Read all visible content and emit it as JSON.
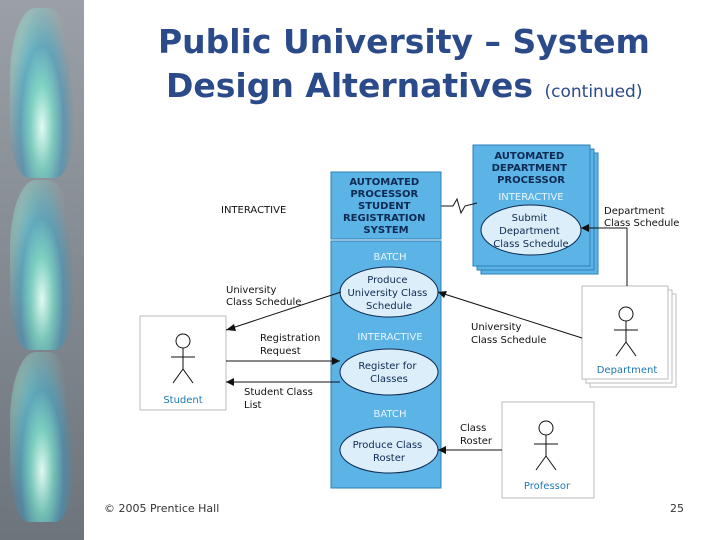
{
  "title": {
    "line1": "Public University – System",
    "line2": "Design Alternatives",
    "subtitle": "(continued)"
  },
  "footer": {
    "copyright": "© 2005  Prentice Hall",
    "page_number": "25"
  },
  "diagram": {
    "label_interactive_left": "INTERACTIVE",
    "processor_box": [
      "AUTOMATED",
      "PROCESSOR",
      "STUDENT",
      "REGISTRATION",
      "SYSTEM"
    ],
    "dept_processor_box": [
      "AUTOMATED",
      "DEPARTMENT",
      "PROCESSOR"
    ],
    "dept_interactive_label": "INTERACTIVE",
    "submit_usecase": [
      "Submit",
      "Department",
      "Class Schedule"
    ],
    "dept_class_schedule_label": [
      "Department",
      "Class Schedule"
    ],
    "batch_label_1": "BATCH",
    "produce_schedule_usecase": [
      "Produce",
      "University Class",
      "Schedule"
    ],
    "interactive_label_2": "INTERACTIVE",
    "register_usecase": [
      "Register for",
      "Classes"
    ],
    "batch_label_2": "BATCH",
    "produce_roster_usecase": [
      "Produce Class",
      "Roster"
    ],
    "univ_schedule_label_left": [
      "University",
      "Class Schedule"
    ],
    "univ_schedule_label_right": [
      "University",
      "Class Schedule"
    ],
    "registration_request_label": [
      "Registration",
      "Request"
    ],
    "student_class_list_label": [
      "Student Class",
      "List"
    ],
    "class_roster_label": [
      "Class",
      "Roster"
    ],
    "actor_student": "Student",
    "actor_department": "Department",
    "actor_professor": "Professor"
  },
  "colors": {
    "title": "#2b4a8a",
    "box_fill": "#5bb3e6",
    "box_stroke": "#2c7fb8",
    "box_text": "#0d2a52",
    "usecase_fill": "#dceef9",
    "label_blue": "#1f78b4"
  }
}
